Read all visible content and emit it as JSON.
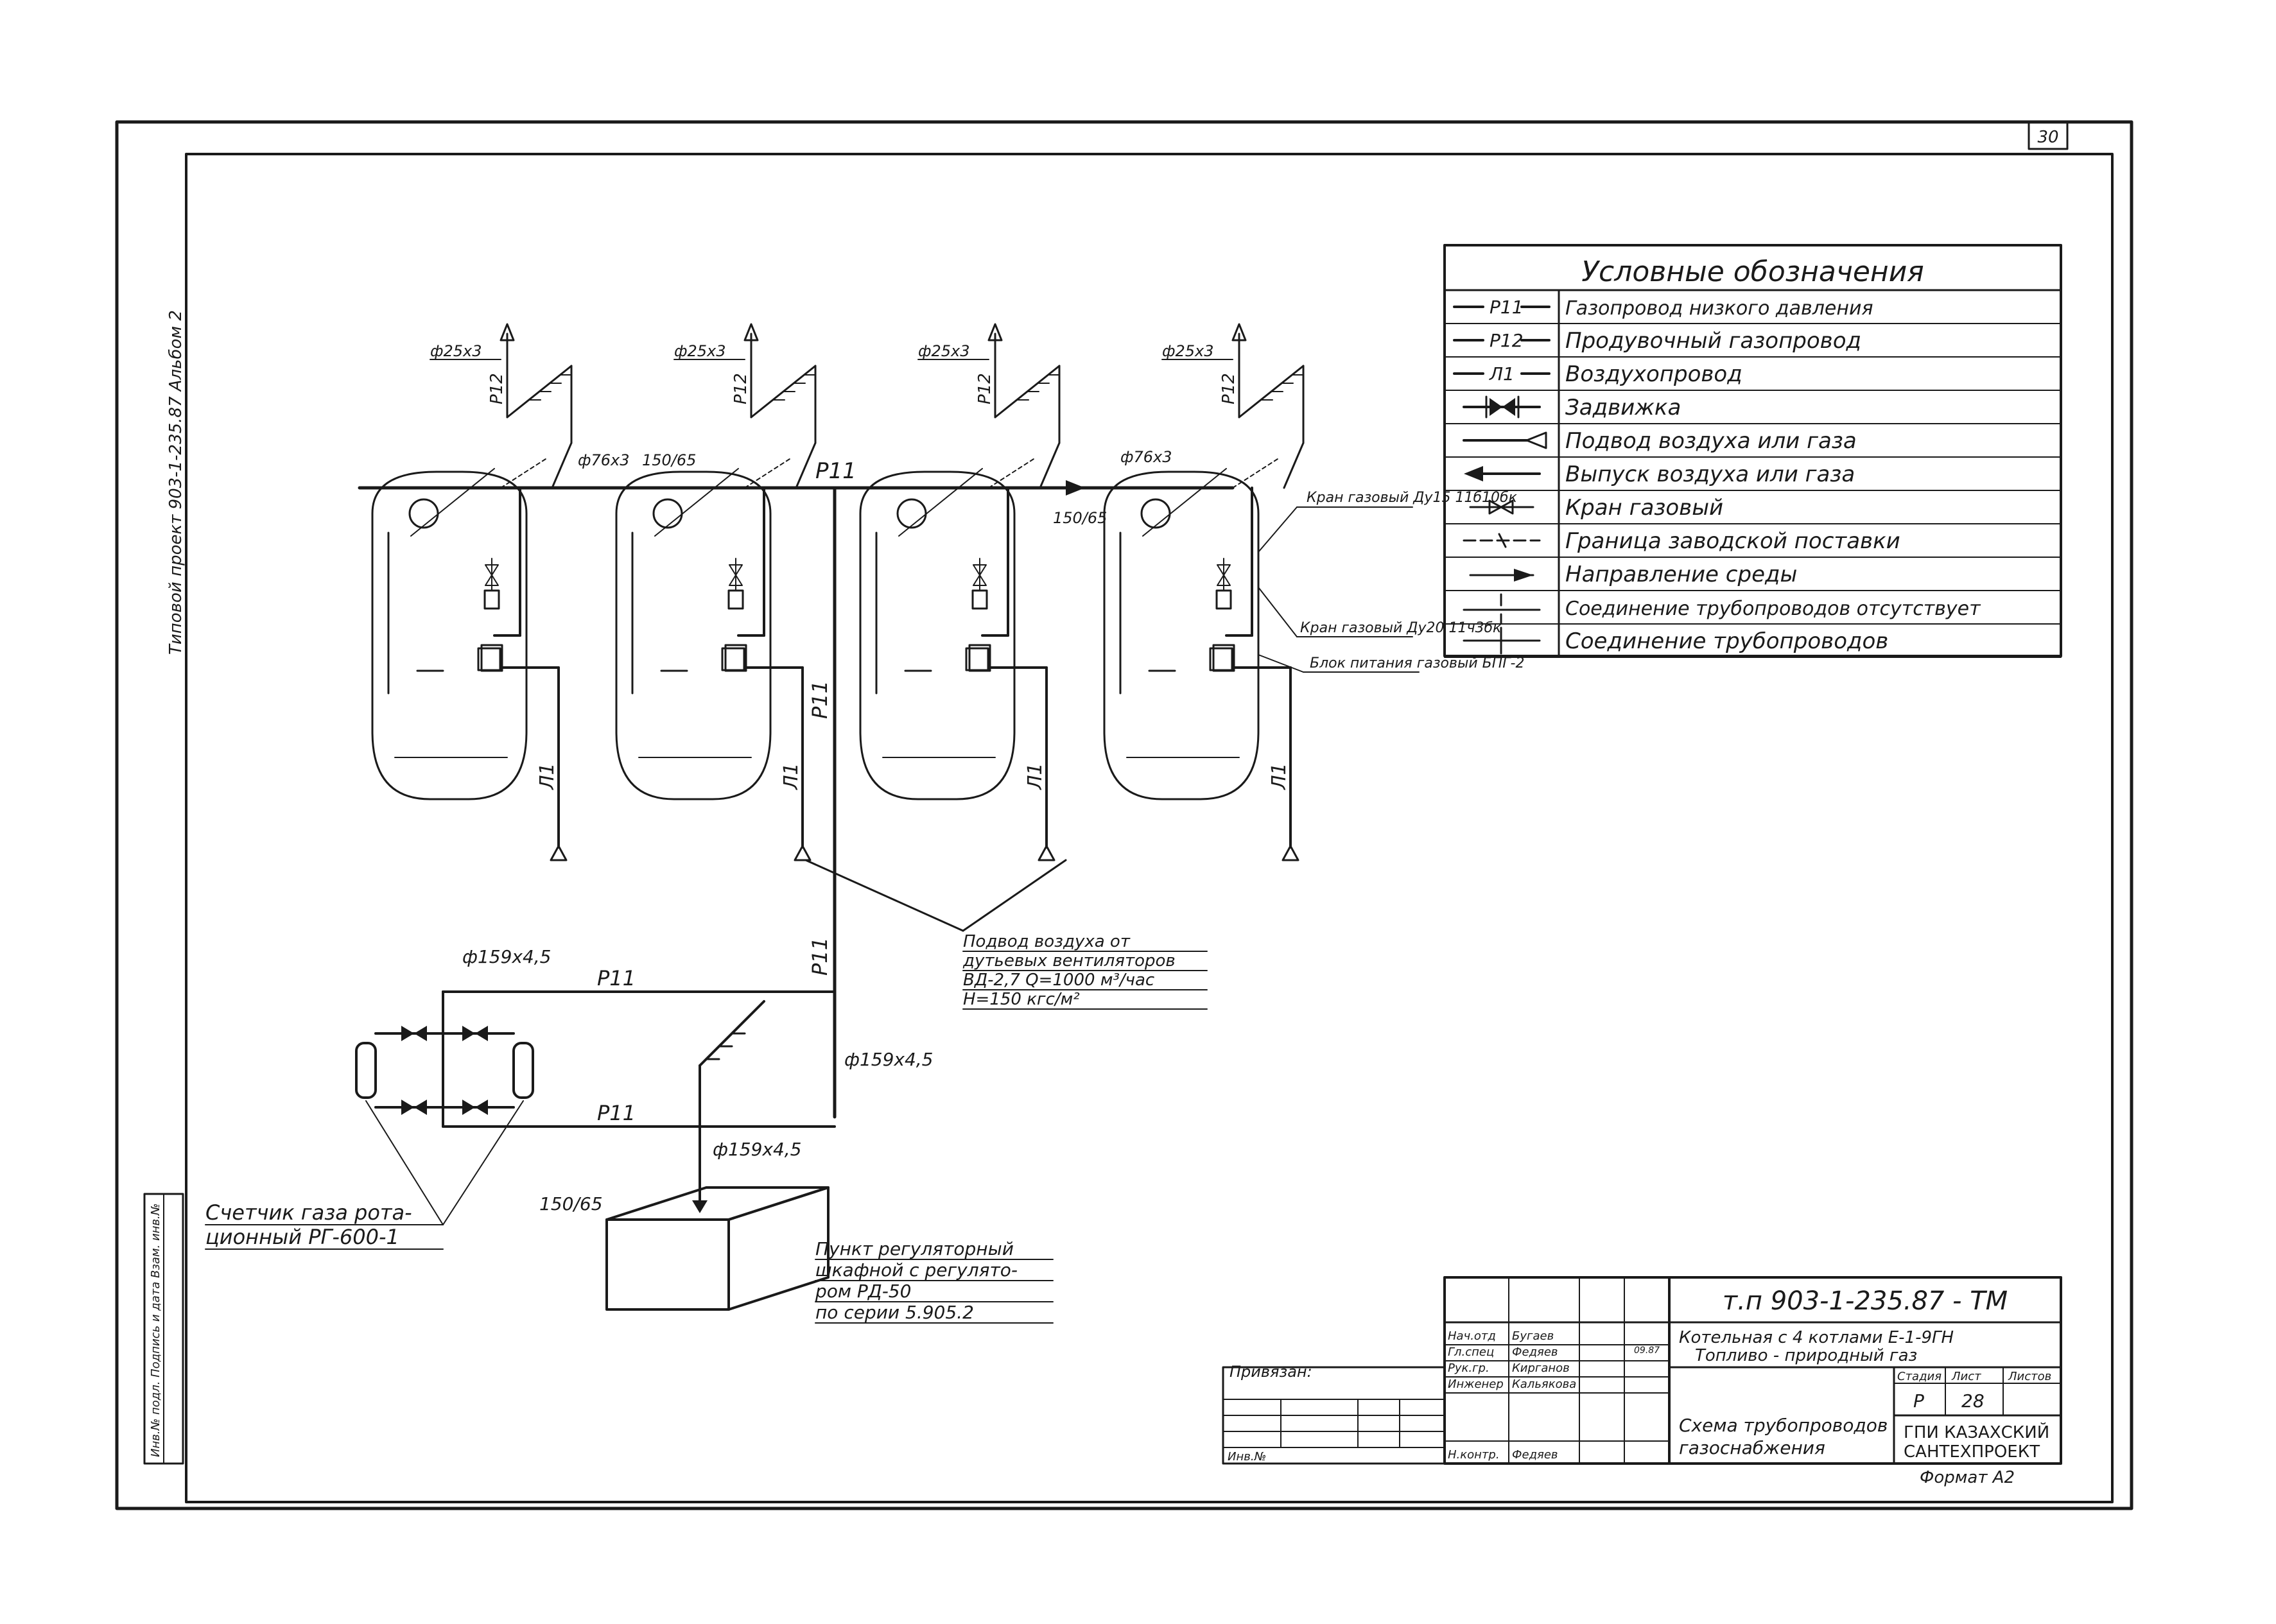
{
  "sheet": {
    "sheet_number": "30",
    "side_label": "Типовой проект 903-1-235.87  Альбом 2"
  },
  "legend": {
    "title": "Условные обозначения",
    "items": [
      {
        "symbol": "Р11",
        "text": "Газопровод низкого давления"
      },
      {
        "symbol": "Р12",
        "text": "Продувочный газопровод"
      },
      {
        "symbol": "Л1",
        "text": "Воздухопровод"
      },
      {
        "symbol": "",
        "text": "Задвижка"
      },
      {
        "symbol": "",
        "text": "Подвод воздуха или газа"
      },
      {
        "symbol": "",
        "text": "Выпуск воздуха или газа"
      },
      {
        "symbol": "",
        "text": "Кран газовый"
      },
      {
        "symbol": "",
        "text": "Граница заводской поставки"
      },
      {
        "symbol": "",
        "text": "Направление среды"
      },
      {
        "symbol": "",
        "text": "Соединение трубопроводов отсутствует"
      },
      {
        "symbol": "",
        "text": "Соединение трубопроводов"
      }
    ]
  },
  "diagram": {
    "line_labels": {
      "p11_main": "Р11",
      "p11_vertical": "Р11",
      "p11_bottom": "Р11",
      "p11_meter_top": "Р11",
      "p11_meter_bottom": "Р11",
      "p12": "Р12",
      "l1": "Л1"
    },
    "pipe_sizes": {
      "d25": "ф25х3",
      "d76": "ф76х3",
      "d159": "ф159х4,5",
      "dn150": "150/65"
    },
    "callouts": {
      "valve_1": "Кран газовый Ду15 11б10бк",
      "valve_2": "Кран газовый Ду20 11ч3бк",
      "power_block": "Блок питания газовый БПГ-2",
      "air_supply": [
        "Подвод воздуха от",
        "дутьевых вентиляторов",
        "ВД-2,7  Q=1000 м³/час",
        "Н=150 кгс/м²"
      ],
      "gas_meter": [
        "Счетчик газа рота-",
        "ционный РГ-600-1"
      ],
      "regulator": [
        "Пункт регуляторный",
        "шкафной с регулято-",
        "ром РД-50",
        "по серии 5.905.2"
      ]
    }
  },
  "title_block": {
    "project_code": "т.п 903-1-235.87 - ТМ",
    "object_name_1": "Котельная с 4 котлами Е-1-9ГН",
    "object_name_2": "Топливо - природный газ",
    "sheet_title_1": "Схема трубопроводов",
    "sheet_title_2": "газоснабжения",
    "organization_1": "ГПИ КАЗАХСКИЙ",
    "organization_2": "САНТЕХПРОЕКТ",
    "stage_header": "Стадия",
    "sheet_header": "Лист",
    "sheets_header": "Листов",
    "stage": "Р",
    "sheet": "28",
    "privyazan": "Привязан:",
    "inv_no": "Инв.№",
    "format": "Формат А2",
    "people": [
      {
        "role": "Нач.отд",
        "name": "Бугаев"
      },
      {
        "role": "Гл.спец",
        "name": "Федяев"
      },
      {
        "role": "Рук.гр.",
        "name": "Кирганов"
      },
      {
        "role": "Инженер",
        "name": "Кальякова"
      },
      {
        "role": "Н.контр.",
        "name": "Федяев"
      }
    ],
    "date_code": "09.87",
    "side_stamp": "Инв.№ подл.  Подпись и дата  Взам. инв.№"
  }
}
